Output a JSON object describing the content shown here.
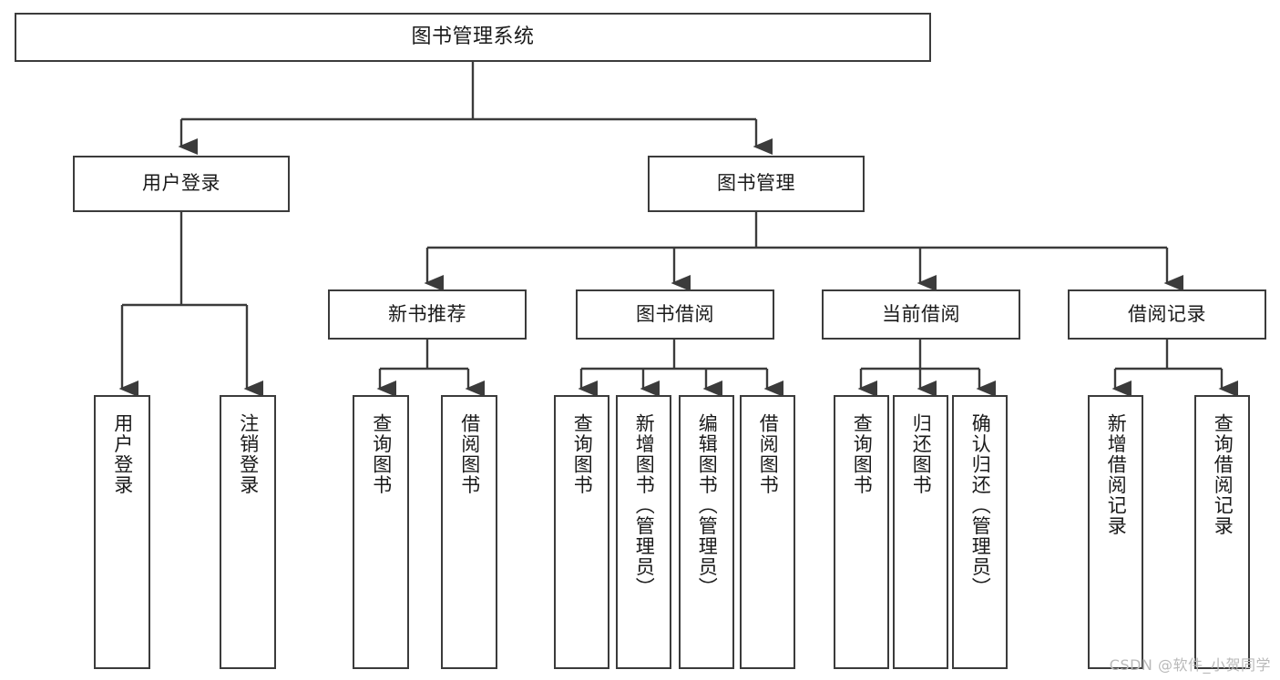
{
  "diagram": {
    "type": "tree-hierarchy",
    "title": "图书管理系统",
    "watermark": "CSDN @软件_小贺同学",
    "colors": {
      "box_border": "#3b3b3b",
      "box_fill": "#ffffff",
      "edge": "#3b3b3b",
      "text": "#1a1a1a",
      "watermark": "#b9b9b9",
      "background": "#ffffff"
    },
    "nodes": {
      "root": {
        "label": "图书管理系统"
      },
      "level2": [
        {
          "id": "user-login",
          "label": "用户登录"
        },
        {
          "id": "book-manage",
          "label": "图书管理"
        }
      ],
      "level3": [
        {
          "id": "new-book-recommend",
          "label": "新书推荐"
        },
        {
          "id": "book-borrow",
          "label": "图书借阅"
        },
        {
          "id": "current-borrow",
          "label": "当前借阅"
        },
        {
          "id": "borrow-record",
          "label": "借阅记录"
        }
      ],
      "leaves": {
        "user_login": [
          {
            "id": "leaf-user-login",
            "label": "用户登录"
          },
          {
            "id": "leaf-logout-login",
            "label": "注销登录"
          }
        ],
        "new_book_recommend": [
          {
            "id": "leaf-query-book-1",
            "label": "查询图书"
          },
          {
            "id": "leaf-borrow-book-1",
            "label": "借阅图书"
          }
        ],
        "book_borrow": [
          {
            "id": "leaf-query-book-2",
            "label": "查询图书"
          },
          {
            "id": "leaf-add-book",
            "label": "新增图书（管理员）"
          },
          {
            "id": "leaf-edit-book",
            "label": "编辑图书（管理员）"
          },
          {
            "id": "leaf-borrow-book-2",
            "label": "借阅图书"
          }
        ],
        "current_borrow": [
          {
            "id": "leaf-query-book-3",
            "label": "查询图书"
          },
          {
            "id": "leaf-return-book",
            "label": "归还图书"
          },
          {
            "id": "leaf-confirm-return",
            "label": "确认归还（管理员）"
          }
        ],
        "borrow_record": [
          {
            "id": "leaf-add-borrow-record",
            "label": "新增借阅记录"
          },
          {
            "id": "leaf-query-borrow-record",
            "label": "查询借阅记录"
          }
        ]
      }
    }
  }
}
